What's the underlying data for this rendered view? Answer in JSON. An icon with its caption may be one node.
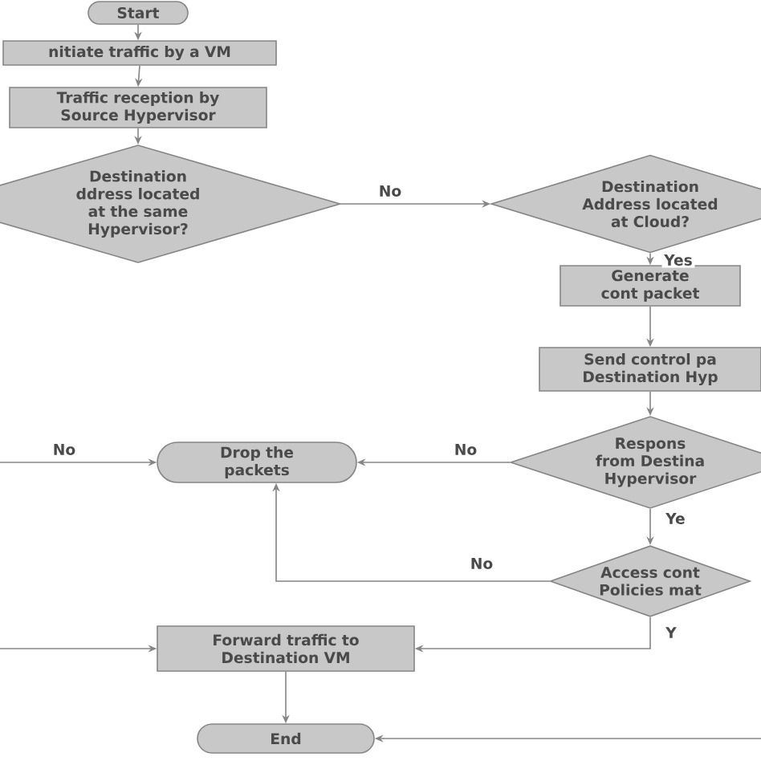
{
  "diagram": {
    "nodes": [
      {
        "text": [
          "Start"
        ]
      },
      {
        "text": [
          "nitiate traffic by a VM"
        ]
      },
      {
        "text": [
          "Traffic reception by Source Hypervisor"
        ]
      },
      {
        "text": [
          "Destination ddress located at the same Hypervisor?"
        ]
      },
      {
        "text": [
          "Destination Address located at Cloud?"
        ]
      },
      {
        "text": [
          "Generate cont packet"
        ]
      },
      {
        "text": [
          "Send control pa Destination Hyp"
        ]
      },
      {
        "text": [
          "Respons from Destina Hypervisor"
        ]
      },
      {
        "text": [
          "Drop the packets"
        ]
      },
      {
        "text": [
          "Access cont Policies mat"
        ]
      },
      {
        "text": [
          "Forward traffic to Destination VM"
        ]
      },
      {
        "text": [
          "End"
        ]
      }
    ],
    "edges": [
      {
        "from": 0,
        "to": 1,
        "arrow": "to"
      },
      {
        "from": 1,
        "to": 2,
        "arrow": "to"
      },
      {
        "from": 2,
        "to": 3,
        "arrow": "to"
      },
      {
        "from": 3,
        "to": 4,
        "arrow": "to",
        "label": "No"
      },
      {
        "from": 4,
        "to": 5,
        "arrow": "to",
        "label": "Yes"
      },
      {
        "from": 5,
        "to": 6,
        "arrow": "to"
      },
      {
        "from": 6,
        "to": 7,
        "arrow": "to"
      },
      {
        "from": 7,
        "to": 8,
        "arrow": "to",
        "label": "No"
      },
      {
        "from": 7,
        "to": 9,
        "arrow": "to",
        "label": "Ye"
      },
      {
        "from": 9,
        "to": 8,
        "arrow": "to",
        "label": "No"
      },
      {
        "from": 9,
        "to": 10,
        "arrow": "to",
        "label": "Y"
      },
      {
        "from": null,
        "to": 8,
        "arrow": "to",
        "label": "No"
      },
      {
        "from": null,
        "to": 10,
        "arrow": "to"
      },
      {
        "from": 10,
        "to": 11,
        "arrow": "to"
      },
      {
        "from": null,
        "to": 11,
        "arrow": "to"
      }
    ]
  }
}
